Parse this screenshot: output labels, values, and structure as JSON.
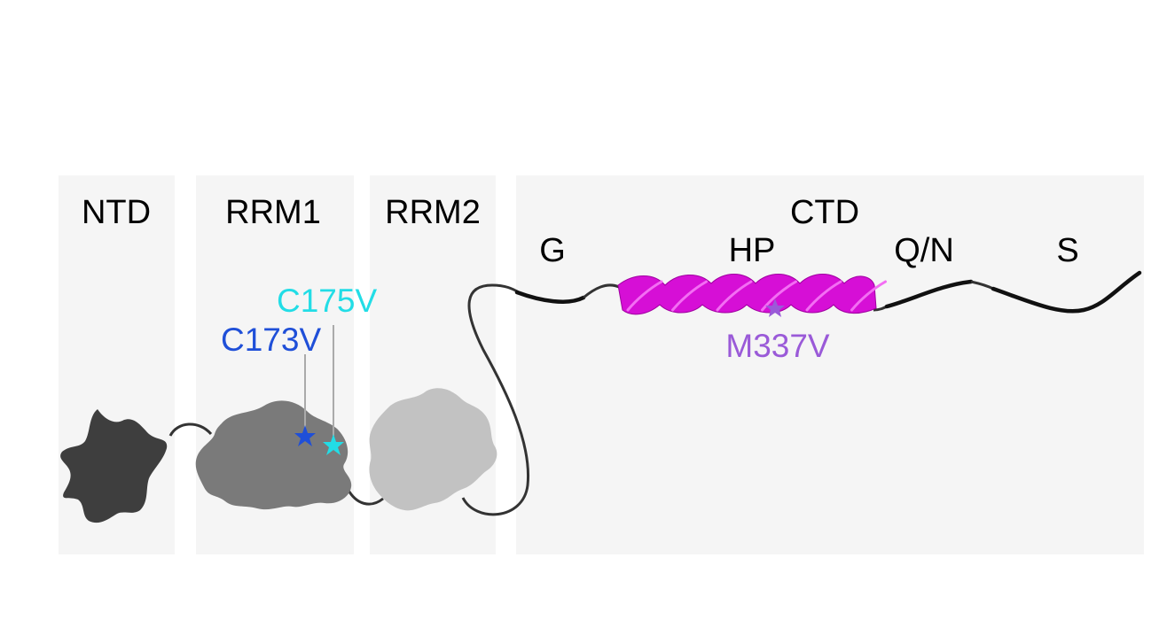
{
  "domains": [
    {
      "id": "ntd",
      "label": "NTD"
    },
    {
      "id": "rrm1",
      "label": "RRM1"
    },
    {
      "id": "rrm2",
      "label": "RRM2"
    },
    {
      "id": "ctd",
      "label": "CTD"
    }
  ],
  "ctd_regions": [
    {
      "id": "g",
      "label": "G"
    },
    {
      "id": "hp",
      "label": "HP"
    },
    {
      "id": "qn",
      "label": "Q/N"
    },
    {
      "id": "s",
      "label": "S"
    }
  ],
  "mutations": [
    {
      "id": "c173v",
      "label": "C173V",
      "color": "#1f4fd8"
    },
    {
      "id": "c175v",
      "label": "C175V",
      "color": "#22dde6"
    },
    {
      "id": "m337v",
      "label": "M337V",
      "color": "#9a5ad8"
    }
  ],
  "colors": {
    "panel": "#f5f5f5",
    "ntd": "#3e3e3e",
    "rrm1": "#7a7a7a",
    "rrm2": "#c2c2c2",
    "helix": "#d60fd6",
    "hp_label": "#e41ee4",
    "linker": "#333333"
  }
}
